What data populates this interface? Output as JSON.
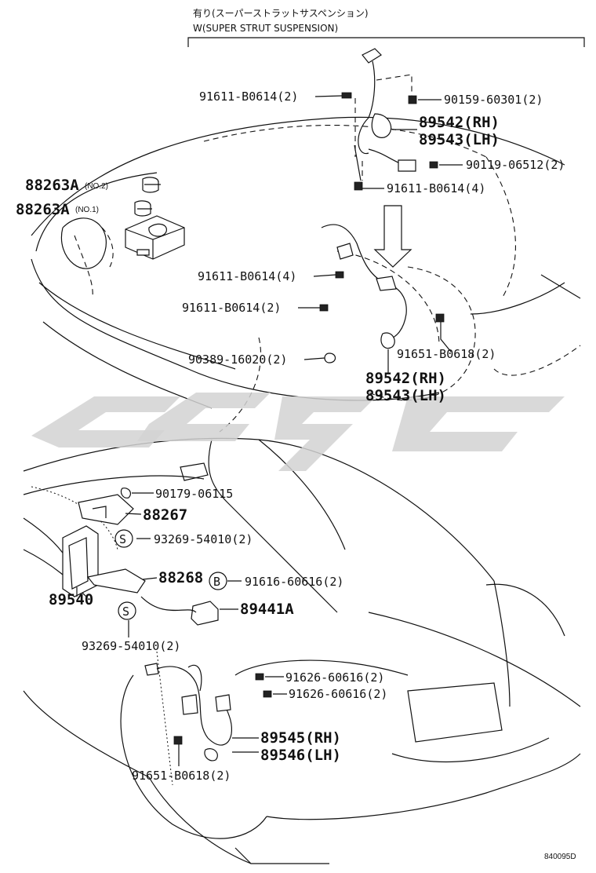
{
  "header": {
    "note_jp": "有り(スーパーストラットサスペンション)",
    "note_en": "W(SUPER STRUT SUSPENSION)"
  },
  "labels": {
    "p1": "91611-B0614(2)",
    "p2": "90159-60301(2)",
    "p3": "89542(RH)",
    "p4": "89543(LH)",
    "p5": "90119-06512(2)",
    "p6": "91611-B0614(4)",
    "p7": "88263A",
    "p7q": "(NO.2)",
    "p8": "88263A",
    "p8q": "(NO.1)",
    "p9": "91611-B0614(4)",
    "p10": "91611-B0614(2)",
    "p11": "91651-B0618(2)",
    "p12": "90389-16020(2)",
    "p13": "89542(RH)",
    "p14": "89543(LH)",
    "p15": "90179-06115",
    "p16": "88267",
    "p17": "93269-54010(2)",
    "p18": "88268",
    "p19": "91616-60616(2)",
    "p20": "89540",
    "p21": "89441A",
    "p22": "93269-54010(2)",
    "p23": "91626-60616(2)",
    "p24": "91626-60616(2)",
    "p25": "89545(RH)",
    "p26": "89546(LH)",
    "p27": "91651-B0618(2)",
    "symS1": "S",
    "symS2": "S",
    "symB": "B",
    "diagram_id": "840095D"
  }
}
